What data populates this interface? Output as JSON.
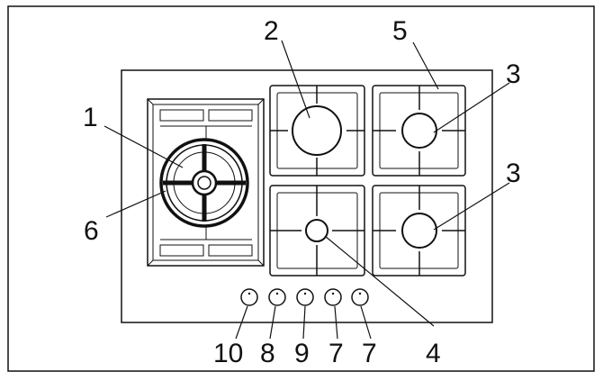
{
  "colors": {
    "ink": "#111111",
    "background": "#ffffff"
  },
  "callouts": {
    "wok_burner": "1",
    "large_burner": "2",
    "medium_burner_top": "3",
    "medium_burner_bottom": "3",
    "small_burner": "4",
    "pan_support": "5",
    "wok_crown": "6",
    "knob_1": "10",
    "knob_2": "8",
    "knob_3": "9",
    "knob_4": "7",
    "knob_5": "7"
  }
}
